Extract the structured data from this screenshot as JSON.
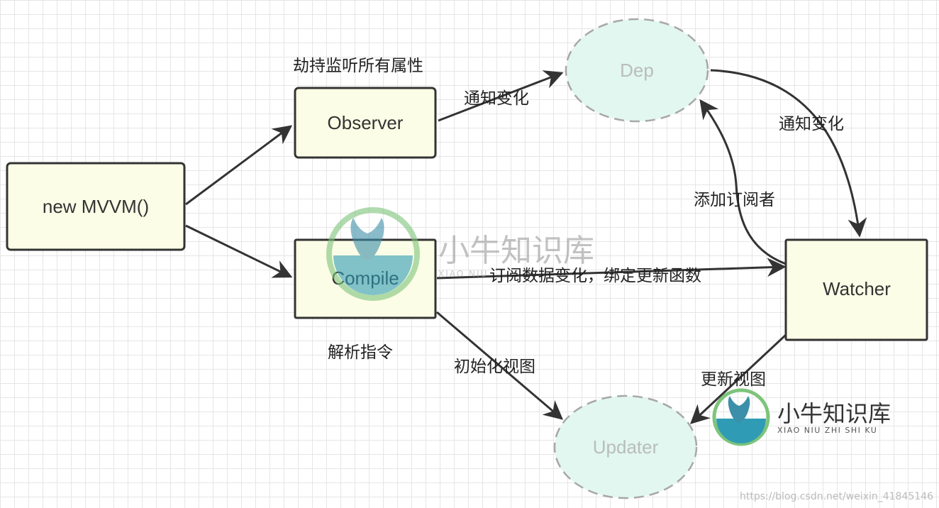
{
  "diagram": {
    "nodes": {
      "mvvm": "new MVVM()",
      "observer": "Observer",
      "compile": "Compile",
      "watcher": "Watcher",
      "dep": "Dep",
      "updater": "Updater"
    },
    "labels": {
      "hijack": "劫持监听所有属性",
      "notify_change_1": "通知变化",
      "notify_change_2": "通知变化",
      "add_subscriber": "添加订阅者",
      "subscribe_bind": "订阅数据变化，绑定更新函数",
      "parse_directive": "解析指令",
      "init_view": "初始化视图",
      "update_view": "更新视图"
    }
  },
  "colors": {
    "box_fill": "#fcfde6",
    "circle_fill": "#e2f7ef",
    "stroke": "#333333",
    "dashed_stroke": "#a8a8a8"
  },
  "watermarks": {
    "center_title": "小牛知识库",
    "center_sub": "XIAO NIU",
    "corner_title": "小牛知识库",
    "corner_sub": "XIAO NIU ZHI SHI KU",
    "url": "https://blog.csdn.net/weixin_41845146",
    "logo": "bull-logo-icon"
  }
}
